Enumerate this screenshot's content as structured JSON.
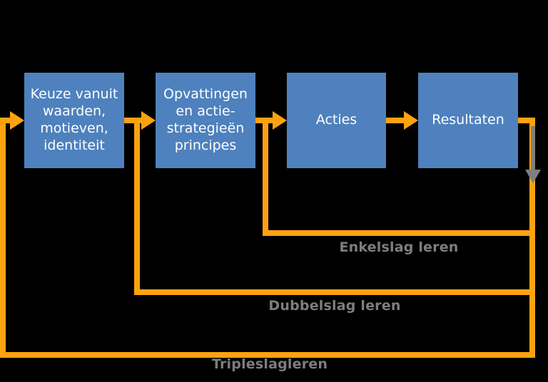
{
  "colors": {
    "background": "#000000",
    "box_fill": "#4E81BD",
    "box_text": "#FFFFFF",
    "arrow_orange": "#FDA210",
    "label_gray": "#7E7E7E",
    "gray_arrow": "#7F7F7F"
  },
  "boxes": [
    {
      "id": "keuze",
      "label": "Keuze vanuit\nwaarden,\nmotieven,\nidentiteit"
    },
    {
      "id": "opvattingen",
      "label": "Opvattingen\nen actie-\nstrategieën\nprincipes"
    },
    {
      "id": "acties",
      "label": "Acties"
    },
    {
      "id": "resultaten",
      "label": "Resultaten"
    }
  ],
  "loop_labels": {
    "enkelslag": "Enkelslag leren",
    "dubbelslag": "Dubbelslag leren",
    "tripleslag": "Tripleslagleren"
  }
}
